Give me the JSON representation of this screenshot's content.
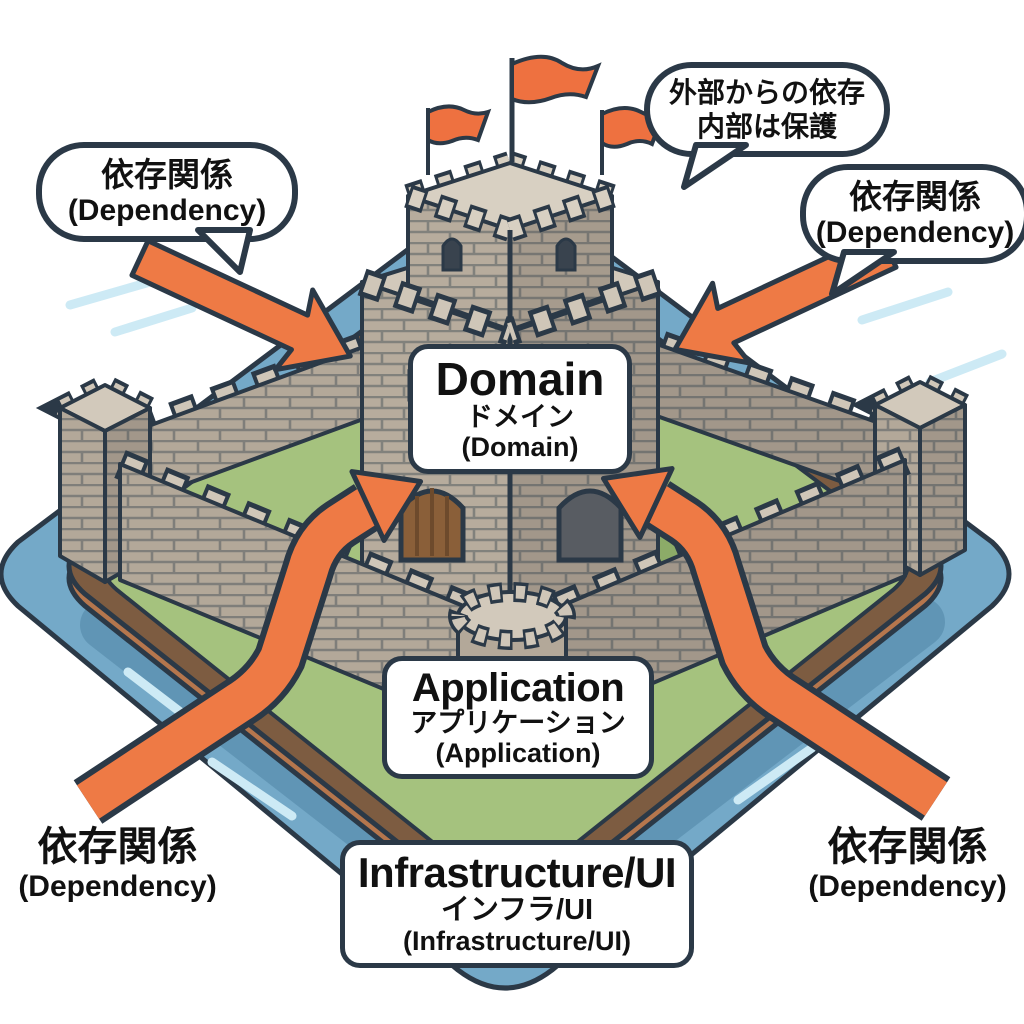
{
  "diagram": {
    "type": "architecture-castle-metaphor",
    "bubbles": {
      "top_left": {
        "line1": "依存関係",
        "line2": "(Dependency)"
      },
      "top_right_note": {
        "line1": "外部からの依存",
        "line2": "内部は保護"
      },
      "right": {
        "line1": "依存関係",
        "line2": "(Dependency)"
      }
    },
    "captions": {
      "bottom_left": {
        "line1": "依存関係",
        "line2": "(Dependency)"
      },
      "bottom_right": {
        "line1": "依存関係",
        "line2": "(Dependency)"
      }
    },
    "layers": {
      "domain": {
        "en": "Domain",
        "ja": "ドメイン",
        "en_paren": "(Domain)"
      },
      "application": {
        "en": "Application",
        "ja": "アプリケーション",
        "en_paren": "(Application)"
      },
      "infrastructure": {
        "en": "Infrastructure/UI",
        "ja": "インフラ/UI",
        "en_paren": "(Infrastructure/UI)"
      }
    },
    "colors": {
      "outline": "#2b3947",
      "arrow_orange": "#ee7a45",
      "flag_orange": "#ee7140",
      "water_blue": "#74a9c8",
      "water_streak": "#cdeaf5",
      "water_shadow": "#5d92b2",
      "grass_green": "#a5c27e",
      "grass_shadow": "#8aa966",
      "stone_light": "#d2c9bb",
      "stone_mid": "#b3a899",
      "stone_dark": "#a2978a",
      "path_brown": "#7d5c41",
      "path_terracotta": "#b5764d",
      "door_brown": "#8a5f39"
    }
  }
}
